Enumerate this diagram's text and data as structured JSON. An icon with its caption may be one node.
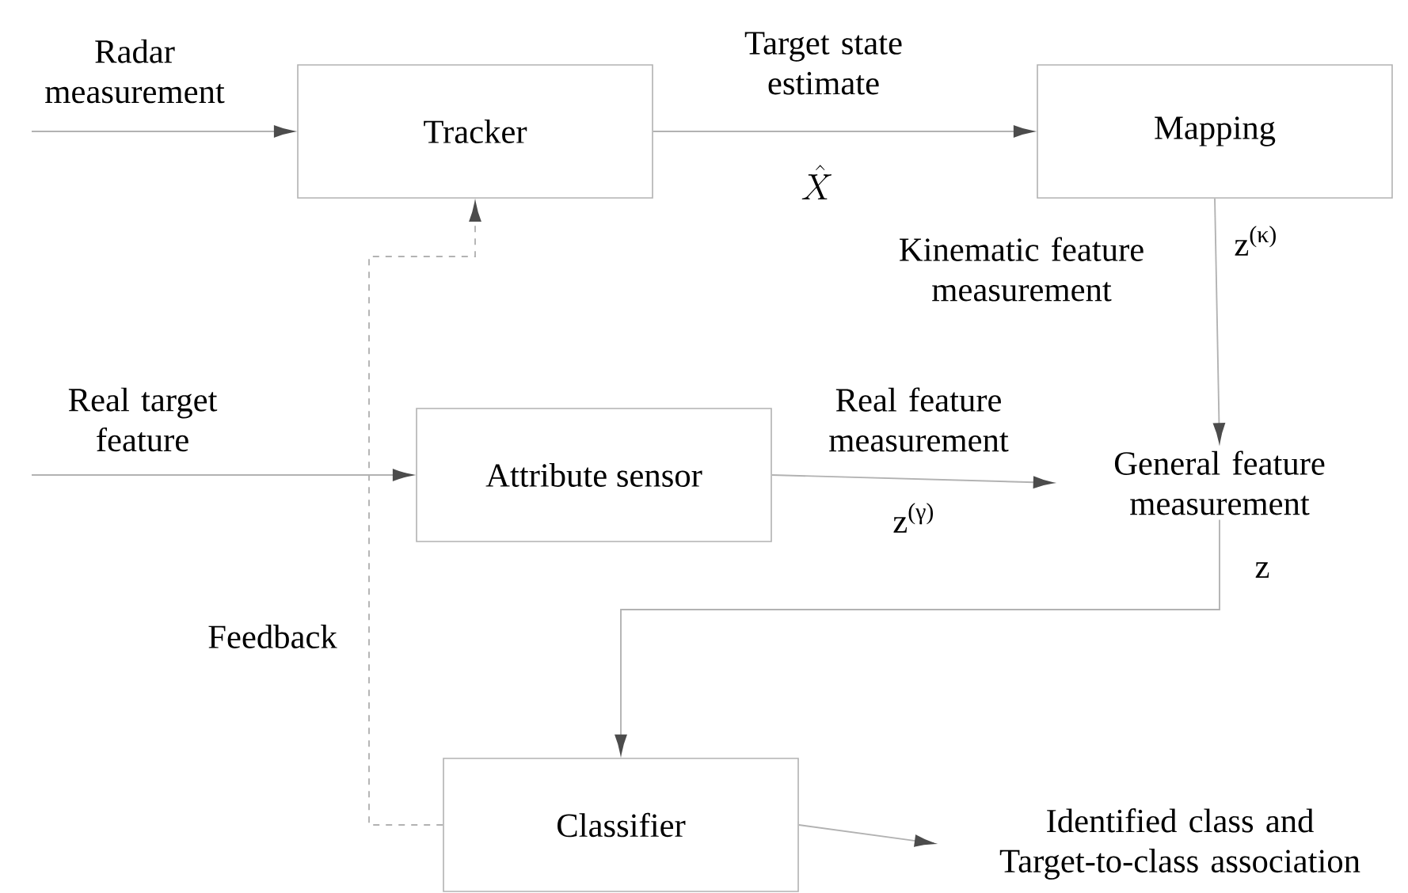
{
  "diagram": {
    "nodes": [
      {
        "text": [
          "Tracker"
        ]
      },
      {
        "text": [
          "Mapping"
        ]
      },
      {
        "text": [
          "Attribute sensor"
        ]
      },
      {
        "text": [
          "General feature measurement"
        ]
      },
      {
        "text": [
          "Classifier"
        ]
      },
      {
        "text": [
          "Identified class and Target-to-class association"
        ]
      }
    ],
    "edges": [
      {
        "from": null,
        "to": 0,
        "arrow": "to",
        "label": "Radar measurement"
      },
      {
        "from": 0,
        "to": 1,
        "arrow": "to",
        "label": "Target state estimate"
      },
      {
        "from": 1,
        "to": 3,
        "arrow": "to",
        "label": "Kinematic feature measurement"
      },
      {
        "from": null,
        "to": 2,
        "arrow": "to",
        "label": "Real target feature"
      },
      {
        "from": 2,
        "to": 3,
        "arrow": "to",
        "label": "Real feature measurement"
      },
      {
        "from": 3,
        "to": 4,
        "arrow": "to",
        "label": "z"
      },
      {
        "from": 4,
        "to": 5,
        "arrow": "to"
      },
      {
        "from": 4,
        "to": 0,
        "arrow": "to",
        "label": "Feedback",
        "style": "dashed"
      }
    ],
    "labels": [
      "\\hat{X}",
      "z$^{(κ)}$",
      "z$^{(γ)}$"
    ]
  }
}
